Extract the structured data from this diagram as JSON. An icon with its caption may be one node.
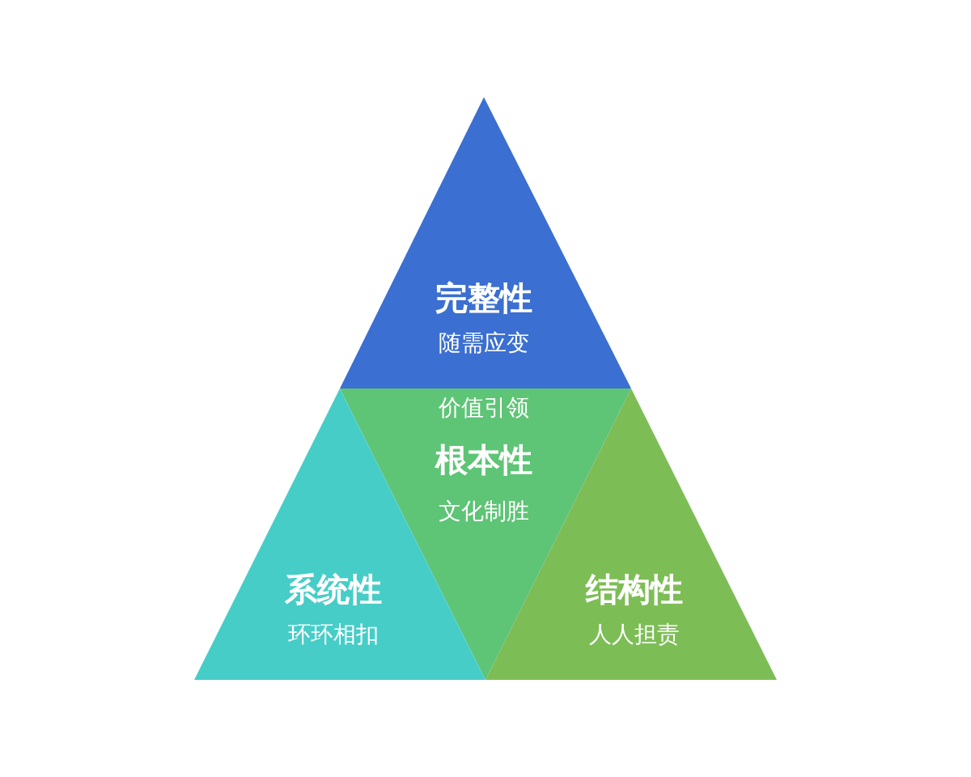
{
  "diagram": {
    "nodes": [
      {
        "text": [
          "完整性",
          "随需应变"
        ]
      },
      {
        "text": [
          "价值引领",
          "根本性",
          "文化制胜"
        ]
      },
      {
        "text": [
          "系统性",
          "环环相扣"
        ]
      },
      {
        "text": [
          "结构性",
          "人人担责"
        ]
      }
    ]
  }
}
